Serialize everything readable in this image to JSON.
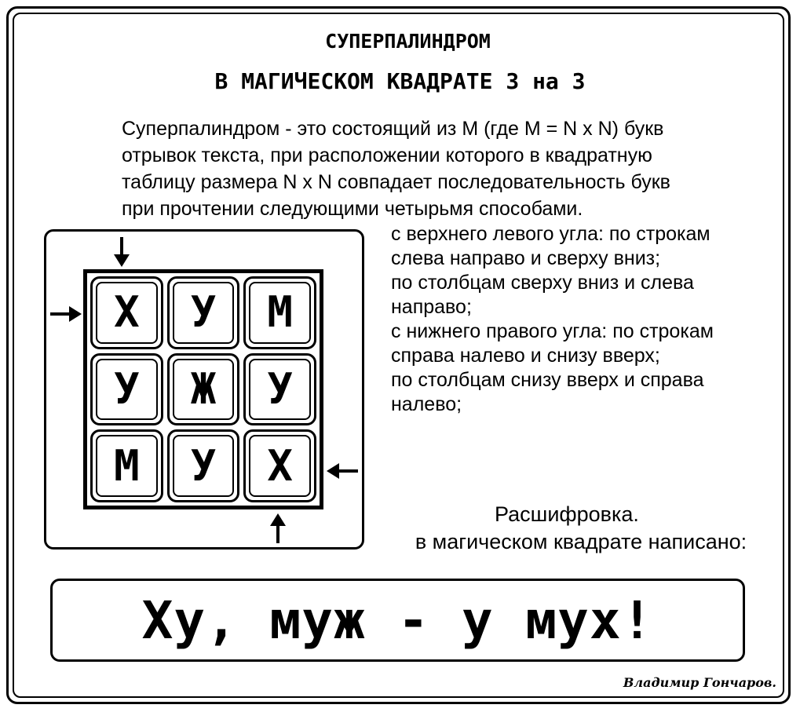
{
  "title": {
    "line1": "СУПЕРПАЛИНДРОМ",
    "line2": "В МАГИЧЕСКОМ КВАДРАТЕ 3 на 3"
  },
  "intro": {
    "lines": [
      "Суперпалиндром - это состоящий из M (где M = N x N) букв",
      "отрывок текста, при расположении которого в квадратную",
      "таблицу размера N x N совпадает последовательность букв",
      "при прочтении следующими четырьмя способами."
    ]
  },
  "rules": {
    "lines": [
      "с верхнего левого угла: по строкам",
      "слева направо и сверху вниз;",
      "по столбцам сверху вниз и слева",
      "направо;",
      "с нижнего правого угла: по строкам",
      "справа налево и снизу вверх;",
      "по столбцам снизу вверх и справа",
      "налево;"
    ]
  },
  "square": {
    "cells": [
      "Х",
      "У",
      "М",
      "У",
      "Ж",
      "У",
      "М",
      "У",
      "Х"
    ]
  },
  "decode": {
    "line1": "Расшифровка.",
    "line2": "в магическом квадрате написано:"
  },
  "answer": "Ху, муж - у мух!",
  "author": "Владимир Гончаров."
}
